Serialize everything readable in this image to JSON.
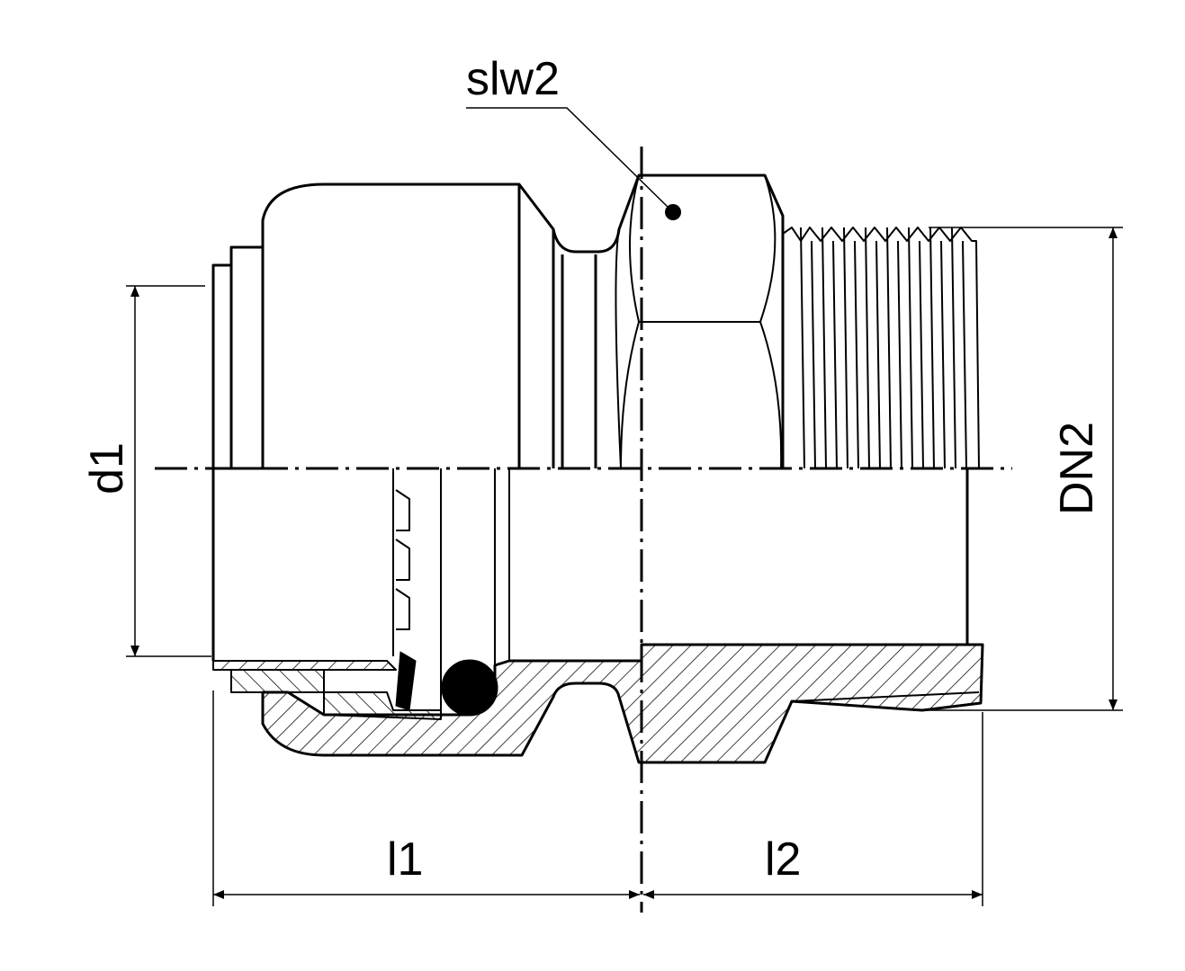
{
  "diagram": {
    "labels": {
      "wrench_size": "slw2",
      "pipe_diameter": "d1",
      "thread_size": "DN2",
      "length_1": "l1",
      "length_2": "l2"
    },
    "line_color": "#000000",
    "background": "#ffffff"
  }
}
